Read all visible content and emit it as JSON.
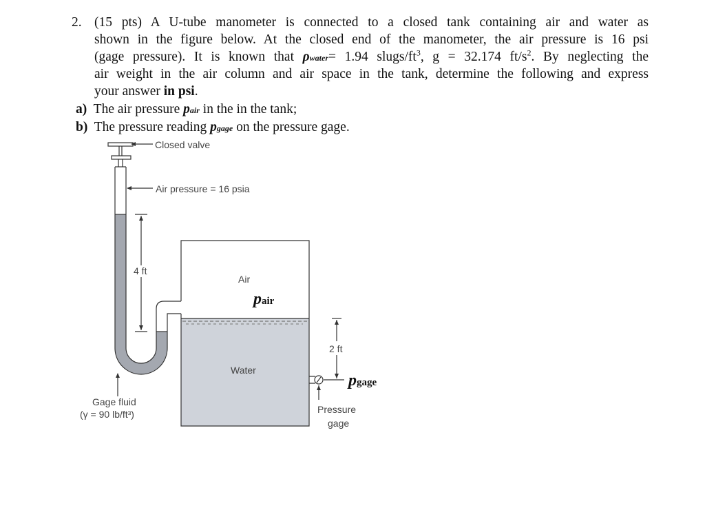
{
  "problem": {
    "number": "2.",
    "lines": [
      "(15 pts) A U-tube manometer is connected to a closed tank containing air and water as",
      "shown in the figure below.  At the closed end of the manometer, the air pressure is 16 psi",
      "(gage pressure). It is known that",
      "= 1.94 slugs/ft",
      ", g = 32.174 ft/s",
      ". By neglecting the",
      "air weight in the air column and air space in the tank, determine the following and express",
      "your answer",
      "in psi",
      "."
    ],
    "rho_symbol": "ρ",
    "rho_sub": "water",
    "parts": [
      {
        "label": "a)",
        "pre": "The air pressure",
        "sym": "p",
        "sub": "air",
        "post": "in the in the tank;"
      },
      {
        "label": "b)",
        "pre": "The pressure reading",
        "sym": "p",
        "sub": "gage",
        "post": "on the pressure gage."
      }
    ]
  },
  "figure": {
    "closed_valve": "Closed valve",
    "air_pressure": "Air pressure = 16 psia",
    "height_4ft": "4 ft",
    "air": "Air",
    "p_air_sym": "p",
    "p_air_sub": "air",
    "height_2ft": "2 ft",
    "water": "Water",
    "p_gage_sym": "p",
    "p_gage_sub": "gage",
    "gage_fluid": "Gage fluid",
    "gamma": "(γ = 90 lb/ft³)",
    "pressure": "Pressure",
    "gage": "gage",
    "colors": {
      "gage_fluid": "#a4a8b0",
      "water": "#cfd3da",
      "outline": "#333333"
    }
  }
}
